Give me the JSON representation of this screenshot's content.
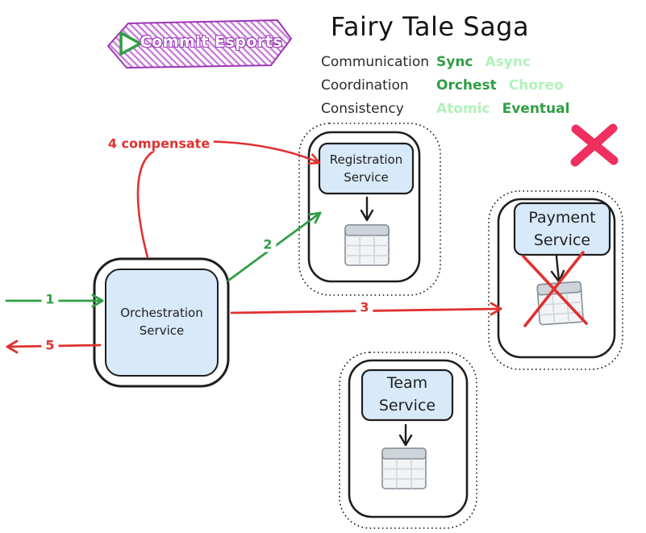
{
  "badge": {
    "label": "Commit Esports"
  },
  "header": {
    "title": "Fairy Tale Saga",
    "properties": [
      {
        "name": "Communication",
        "option_a": "Sync",
        "option_b": "Async",
        "selected": "Sync"
      },
      {
        "name": "Coordination",
        "option_a": "Orchest",
        "option_b": "Choreo",
        "selected": "Orchest"
      },
      {
        "name": "Consistency",
        "option_a": "Atomic",
        "option_b": "Eventual",
        "selected": "Eventual"
      }
    ]
  },
  "nodes": {
    "orchestration": {
      "label": "Orchestration Service"
    },
    "registration": {
      "label": "Registration Service"
    },
    "payment": {
      "label": "Payment Service"
    },
    "team": {
      "label": "Team Service"
    }
  },
  "arrows": {
    "request": {
      "label": "1",
      "color": "#2f9e44"
    },
    "register": {
      "label": "2",
      "color": "#2f9e44"
    },
    "pay": {
      "label": "3",
      "color": "#e03131"
    },
    "compensate": {
      "label": "4 compensate",
      "color": "#e03131"
    },
    "response": {
      "label": "5",
      "color": "#e03131"
    }
  },
  "icons": {
    "badge_icon": "play-icon",
    "database_icon": "database-table-icon",
    "failure_icon": "x-mark-icon"
  },
  "colors": {
    "active_option": "#2f9e44",
    "inactive_option": "#b2f2bb",
    "error": "#e03131",
    "failure_x": "#ee2f5f",
    "service_fill": "#d8eafa",
    "badge_border": "#9c36b5"
  }
}
